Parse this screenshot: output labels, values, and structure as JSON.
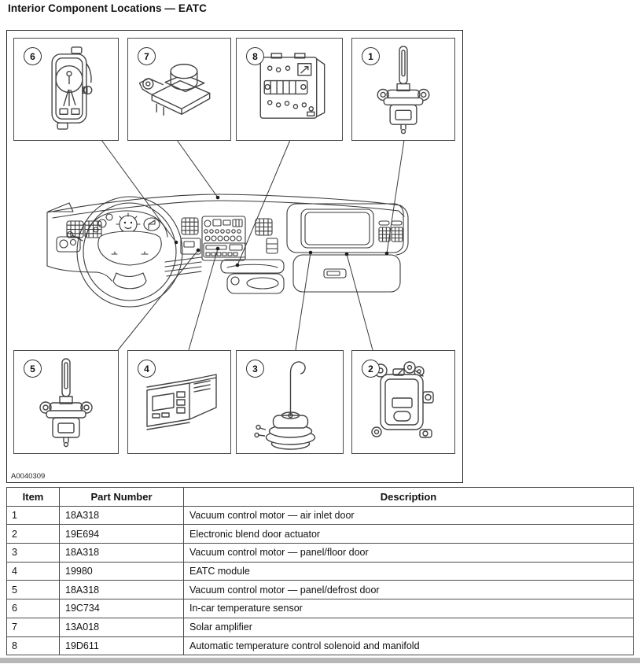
{
  "title": "Interior Component Locations — EATC",
  "figure": {
    "figure_id": "A0040309",
    "callouts": [
      {
        "number": "6",
        "component": "in-car temperature sensor"
      },
      {
        "number": "7",
        "component": "solar amplifier"
      },
      {
        "number": "8",
        "component": "automatic temperature control solenoid and manifold"
      },
      {
        "number": "1",
        "component": "vacuum control motor — air inlet door"
      },
      {
        "number": "5",
        "component": "vacuum control motor — panel/defrost door"
      },
      {
        "number": "4",
        "component": "EATC module"
      },
      {
        "number": "3",
        "component": "vacuum control motor — panel/floor door"
      },
      {
        "number": "2",
        "component": "electronic blend door actuator"
      }
    ]
  },
  "table": {
    "headers": [
      "Item",
      "Part Number",
      "Description"
    ],
    "rows": [
      [
        "1",
        "18A318",
        "Vacuum control motor — air inlet door"
      ],
      [
        "2",
        "19E694",
        "Electronic blend door actuator"
      ],
      [
        "3",
        "18A318",
        "Vacuum control motor — panel/floor door"
      ],
      [
        "4",
        "19980",
        "EATC module"
      ],
      [
        "5",
        "18A318",
        "Vacuum control motor — panel/defrost door"
      ],
      [
        "6",
        "19C734",
        "In-car temperature sensor"
      ],
      [
        "7",
        "13A018",
        "Solar amplifier"
      ],
      [
        "8",
        "19D611",
        "Automatic temperature control solenoid and manifold"
      ]
    ]
  }
}
